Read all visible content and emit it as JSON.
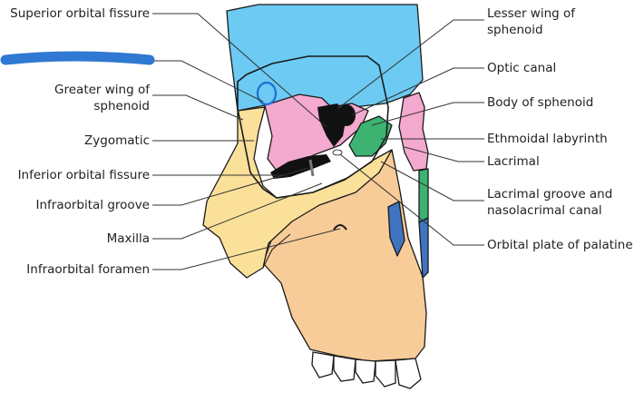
{
  "diagram": {
    "labels": {
      "superior_orbital_fissure": "Superior orbital fissure",
      "greater_wing_line1": "Greater wing of",
      "greater_wing_line2": "sphenoid",
      "zygomatic": "Zygomatic",
      "inferior_orbital_fissure": "Inferior orbital fissure",
      "infraorbital_groove": "Infraorbital groove",
      "maxilla": "Maxilla",
      "infraorbital_foramen": "Infraorbital foramen",
      "lesser_wing_line1": "Lesser wing of",
      "lesser_wing_line2": "sphenoid",
      "optic_canal": "Optic canal",
      "body_of_sphenoid": "Body of sphenoid",
      "ethmoidal_labyrinth": "Ethmoidal labyrinth",
      "lacrimal": "Lacrimal",
      "lacrimal_groove_line1": "Lacrimal groove and",
      "lacrimal_groove_line2": "nasolacrimal canal",
      "orbital_plate_palatine": "Orbital plate of palatine"
    },
    "colors": {
      "frontal": "#6ccaf3",
      "sphenoid": "#f4a9cf",
      "zygomatic": "#fbe09a",
      "maxilla": "#f8cc98",
      "ethmoid": "#3cb371",
      "nasal_blue": "#3f74c0",
      "redaction": "#2f79d2"
    }
  }
}
